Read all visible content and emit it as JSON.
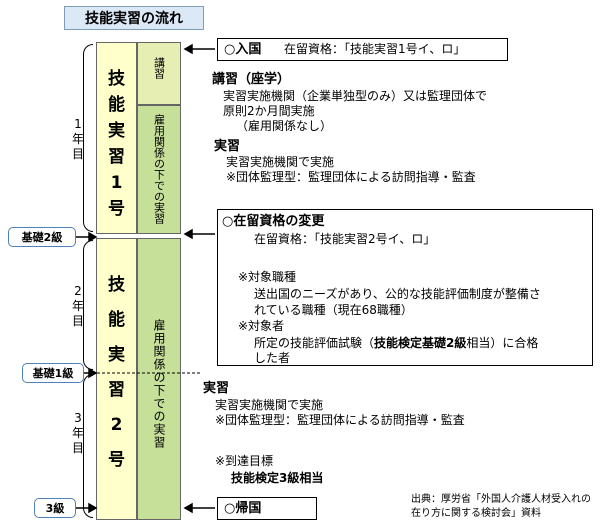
{
  "title": "技能実習の流れ",
  "bars": {
    "ginou1": [
      "技",
      "能",
      "実",
      "習",
      "1",
      "号"
    ],
    "ginou2": [
      "技",
      "能",
      "実",
      "習",
      "2",
      "号"
    ],
    "lecture": "講習",
    "employment1": "雇用関係の下での実習",
    "employment2": "雇用関係の下での実習"
  },
  "years": {
    "year1": [
      "1",
      "年",
      "目"
    ],
    "year2": [
      "2",
      "年",
      "目"
    ],
    "year3": [
      "3",
      "年",
      "目"
    ]
  },
  "grades": {
    "basic2": "基礎2級",
    "basic1": "基礎1級",
    "grade3": "3級"
  },
  "entry": {
    "label": "○入国",
    "status": "在留資格：「技能実習1号イ、ロ」"
  },
  "lecture_section": {
    "heading": "講習（座学）",
    "line1": "実習実施機関（企業単独型のみ）又は監理団体で",
    "line2": "原則2か月間実施",
    "line3": "（雇用関係なし）"
  },
  "training1": {
    "heading": "実習",
    "line1": "実習実施機関で実施",
    "line2": "※団体監理型：監理団体による訪問指導・監査"
  },
  "change": {
    "heading": "○在留資格の変更",
    "status": "在留資格：「技能実習2号イ、ロ」",
    "occ_head": "※対象職種",
    "occ1": "送出国のニーズがあり、公的な技能評価制度が整備さ",
    "occ2": "れている職種（現在68職種）",
    "tgt_head": "※対象者",
    "tgt1_pre": "所定の技能評価試験（",
    "tgt1_bold": "技能検定基礎2級",
    "tgt1_post": "相当）に合格",
    "tgt2": "した者"
  },
  "training2": {
    "heading": "実習",
    "line1": "実習実施機関で実施",
    "line2": "※団体監理型：監理団体による訪問指導・監査",
    "goal_head": "※到達目標",
    "goal": "技能検定3級相当"
  },
  "return": {
    "label": "○帰国"
  },
  "source": {
    "line1": "出典：厚労省「外国人介護人材受入れの",
    "line2": "在り方に関する検討会」資料"
  }
}
